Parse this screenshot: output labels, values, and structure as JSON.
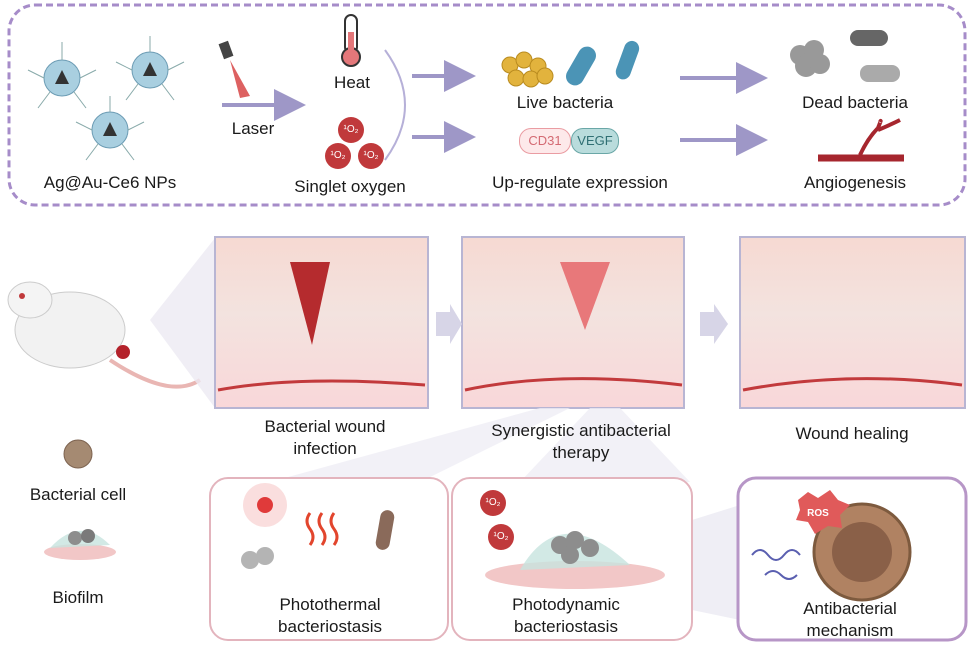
{
  "top_panel": {
    "nanoparticles": "Ag@Au-Ce6 NPs",
    "laser": "Laser",
    "heat": "Heat",
    "singlet_oxygen": "Singlet oxygen",
    "o2_symbol": "¹O₂",
    "live_bacteria": "Live bacteria",
    "cd31": "CD31",
    "vegf": "VEGF",
    "upregulate": "Up-regulate expression",
    "dead_bacteria": "Dead bacteria",
    "angiogenesis": "Angiogenesis"
  },
  "middle": {
    "stage1": [
      "Bacterial wound",
      "infection"
    ],
    "stage2": [
      "Synergistic antibacterial",
      "therapy"
    ],
    "stage3": "Wound healing"
  },
  "legend": {
    "bacterial_cell": "Bacterial cell",
    "biofilm": "Biofilm"
  },
  "bottom": {
    "photothermal": [
      "Photothermal",
      "bacteriostasis"
    ],
    "photodynamic": [
      "Photodynamic",
      "bacteriostasis"
    ],
    "mechanism": [
      "Antibacterial",
      "mechanism"
    ],
    "ros": "ROS"
  },
  "colors": {
    "frame_purple": "#a68cc9",
    "arrow": "#9e97c7",
    "red": "#c0393b",
    "pink_border": "#e3b4bd"
  }
}
